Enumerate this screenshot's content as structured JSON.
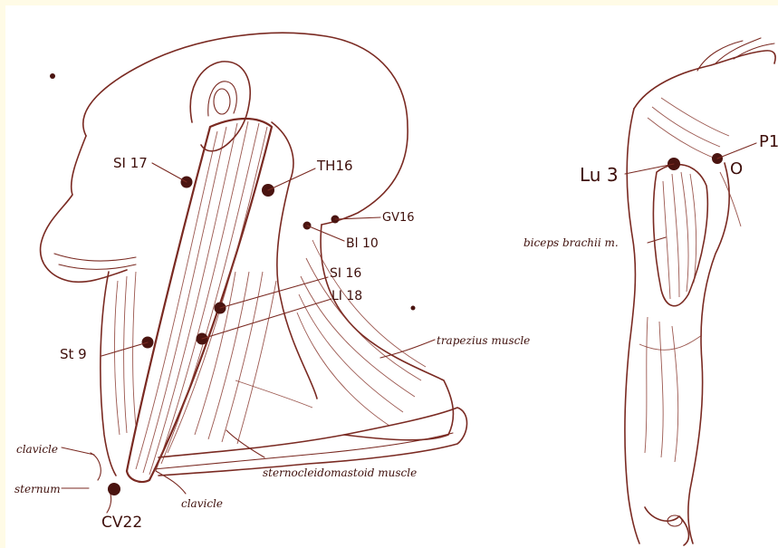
{
  "colors": {
    "background": "#ffffff",
    "corner_tint": "#fffbe6",
    "ink": "#7a2a22",
    "point": "#4a1410",
    "label": "#3e0f0b"
  },
  "head_neck": {
    "points": {
      "si17": "SI 17",
      "th16": "TH16",
      "gv16": "GV16",
      "bl10": "Bl 10",
      "si16": "SI 16",
      "li18": "LI 18",
      "st9": "St 9",
      "cv22": "CV22"
    },
    "structures": {
      "trapezius": "trapezius muscle",
      "clavicle_left": "clavicle",
      "sternum": "sternum",
      "clavicle_bottom": "clavicle",
      "scm": "sternocleidomastoid muscle"
    }
  },
  "arm": {
    "points": {
      "lu3": "Lu 3",
      "p1": "P1",
      "o": "O"
    },
    "structures": {
      "biceps": "biceps brachii m."
    }
  }
}
